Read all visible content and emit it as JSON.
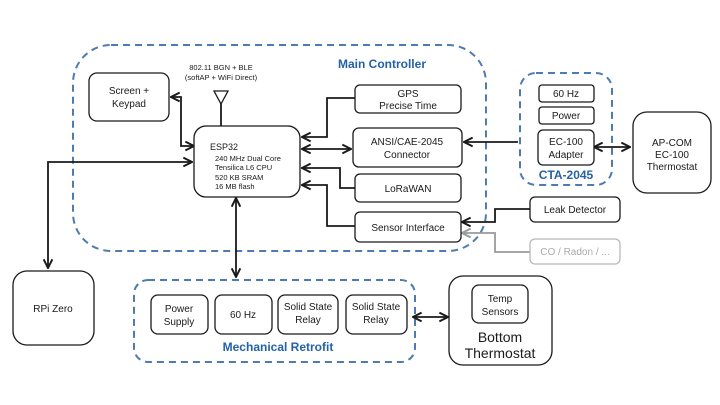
{
  "colors": {
    "group_border": "#4f7bb0",
    "group_title": "#2462a8",
    "line": "#1a1a1a",
    "inactive": "#aaaaaa"
  },
  "groups": {
    "main_controller": {
      "title": "Main Controller"
    },
    "cta2045": {
      "title": "CTA-2045"
    },
    "mechanical_retrofit": {
      "title": "Mechanical Retrofit"
    }
  },
  "antenna": {
    "label_line1": "802.11 BGN + BLE",
    "label_line2": "(softAP + WiFi Direct)"
  },
  "nodes": {
    "screen_keypad": {
      "line1": "Screen +",
      "line2": "Keypad"
    },
    "esp32": {
      "title": "ESP32",
      "specs": [
        "240 MHz Dual Core",
        "Tensilica L6 CPU",
        "520 KB SRAM",
        "16 MB flash"
      ]
    },
    "gps": {
      "line1": "GPS",
      "line2": "Precise Time"
    },
    "ansi_connector": {
      "line1": "ANSI/CAE-2045",
      "line2": "Connector"
    },
    "lorawan": {
      "label": "LoRaWAN"
    },
    "sensor_interface": {
      "label": "Sensor Interface"
    },
    "cta_60hz": {
      "label": "60 Hz"
    },
    "cta_power": {
      "label": "Power"
    },
    "ec100_adapter": {
      "line1": "EC-100",
      "line2": "Adapter"
    },
    "apcom_thermostat": {
      "line1": "AP-COM",
      "line2": "EC-100",
      "line3": "Thermostat"
    },
    "leak_detector": {
      "label": "Leak Detector"
    },
    "co_radon": {
      "label": "CO / Radon / ..."
    },
    "rpi_zero": {
      "label": "RPi Zero"
    },
    "power_supply": {
      "line1": "Power",
      "line2": "Supply"
    },
    "mech_60hz": {
      "label": "60 Hz"
    },
    "ssr1": {
      "line1": "Solid State",
      "line2": "Relay"
    },
    "ssr2": {
      "line1": "Solid State",
      "line2": "Relay"
    },
    "temp_sensors": {
      "line1": "Temp",
      "line2": "Sensors"
    },
    "bottom_thermostat": {
      "line1": "Bottom",
      "line2": "Thermostat"
    }
  }
}
